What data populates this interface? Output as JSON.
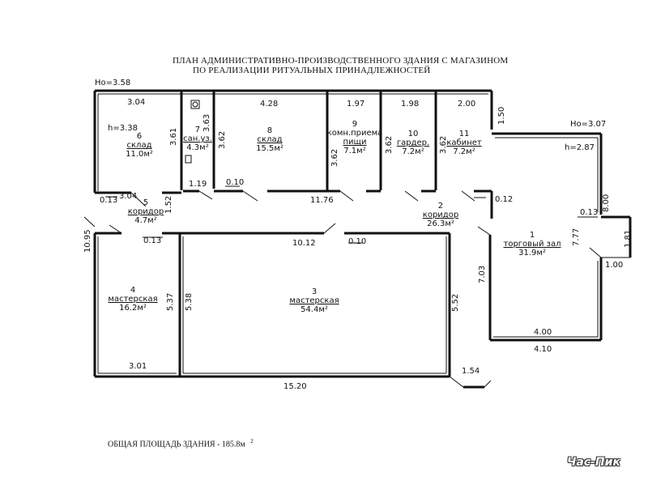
{
  "title": {
    "line1": "ПЛАН АДМИНИСТРАТИВНО-ПРОИЗВОДСТВЕННОГО ЗДАНИЯ С МАГАЗИНОМ",
    "line2": "ПО РЕАЛИЗАЦИИ РИТУАЛЬНЫХ ПРИНАДЛЕЖНОСТЕЙ"
  },
  "heights": {
    "ho_left": "Ho=3.58",
    "ho_right": "Ho=3.07",
    "h_room6": "h=3.38",
    "h_hall": "h=2.87"
  },
  "rooms": [
    {
      "num": "6",
      "name": "склад",
      "area": "11.0м²"
    },
    {
      "num": "7",
      "name": "сан.уз.",
      "area": "4.3м²"
    },
    {
      "num": "8",
      "name": "склад",
      "area": "15.5м²"
    },
    {
      "num": "9",
      "name": "комн.приема",
      "name2": "пищи",
      "area": "7.1м²"
    },
    {
      "num": "10",
      "name": "гардер.",
      "area": "7.2м²"
    },
    {
      "num": "11",
      "name": "кабинет",
      "area": "7.2м²"
    },
    {
      "num": "5",
      "name": "коридор",
      "area": "4.7м²"
    },
    {
      "num": "2",
      "name": "коридор",
      "area": "26.3м²"
    },
    {
      "num": "1",
      "name": "торговый зал",
      "area": "31.9м²"
    },
    {
      "num": "4",
      "name": "мастерская",
      "area": "16.2м²"
    },
    {
      "num": "3",
      "name": "мастерская",
      "area": "54.4м²"
    }
  ],
  "dimensions": {
    "top_6": "3.04",
    "top_7": "3.63",
    "top_8": "4.28",
    "top_9": "1.97",
    "top_10": "1.98",
    "top_11": "2.00",
    "v_150": "1.50",
    "v_361": "3.61",
    "v_362a": "3.62",
    "v_362b": "3.62",
    "v_362c": "3.62",
    "v_362d": "3.62",
    "d_119": "1.19",
    "d_010a": "0.10",
    "d_013a": "0.13",
    "d_304b": "3.04",
    "d_152": "1.52",
    "d_1176": "11.76",
    "d_012": "0.12",
    "d_013b": "0.13",
    "d_800": "8.00",
    "d_777": "7.77",
    "d_181": "1.81",
    "d_100": "1.00",
    "d_1095": "10.95",
    "d_013c": "0.13",
    "d_1012": "10.12",
    "d_010b": "0.10",
    "d_703": "7.03",
    "d_552": "5.52",
    "d_537": "5.37",
    "d_538": "5.38",
    "d_400": "4.00",
    "d_410": "4.10",
    "d_301": "3.01",
    "d_1520": "15.20",
    "d_154": "1.54"
  },
  "footer": {
    "total_label": "ОБЩАЯ ПЛОЩАДЬ ЗДАНИЯ - 185.8м",
    "total_sup": "2"
  },
  "watermark": "Час-Пик"
}
